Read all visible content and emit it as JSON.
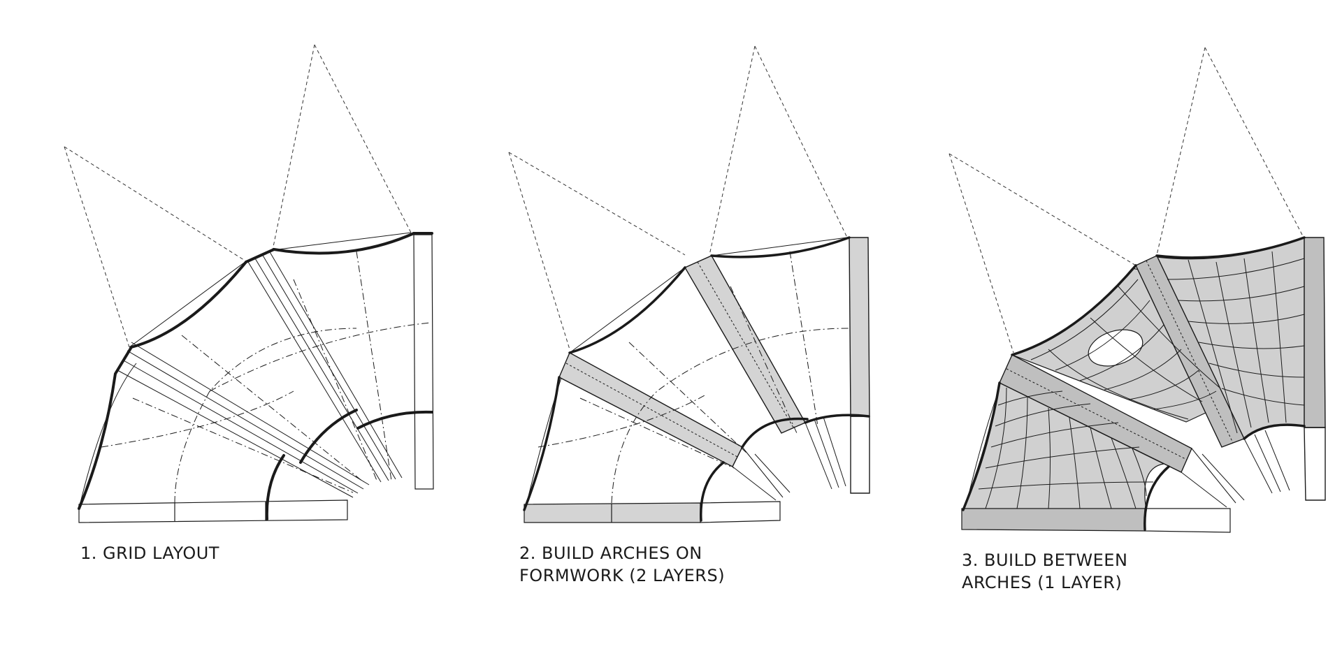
{
  "steps": [
    {
      "caption_lines": [
        "1. GRID LAYOUT"
      ]
    },
    {
      "caption_lines": [
        "2. BUILD ARCHES ON",
        "FORMWORK (2 LAYERS)"
      ]
    },
    {
      "caption_lines": [
        "3. BUILD BETWEEN",
        "ARCHES (1 LAYER)"
      ]
    }
  ],
  "colors": {
    "line": "#1a1a1a",
    "arch_fill": "#d4d4d4",
    "vault_fill": "#d0d0d0",
    "background": "#ffffff"
  }
}
